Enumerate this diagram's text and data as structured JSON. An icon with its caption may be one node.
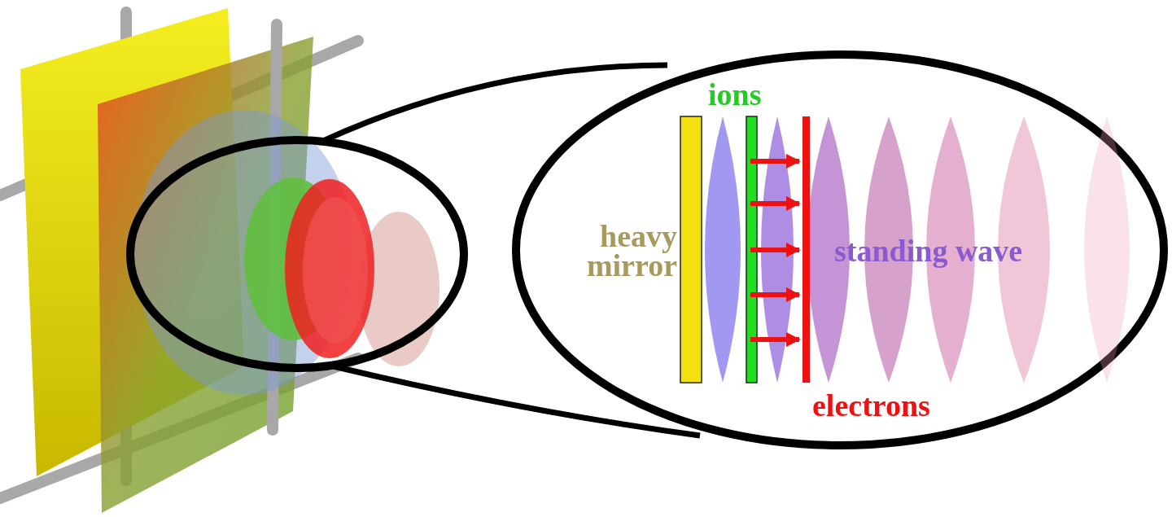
{
  "diagram": {
    "labels": [
      "ions",
      "heavy mirror",
      "standing wave",
      "electrons"
    ]
  }
}
